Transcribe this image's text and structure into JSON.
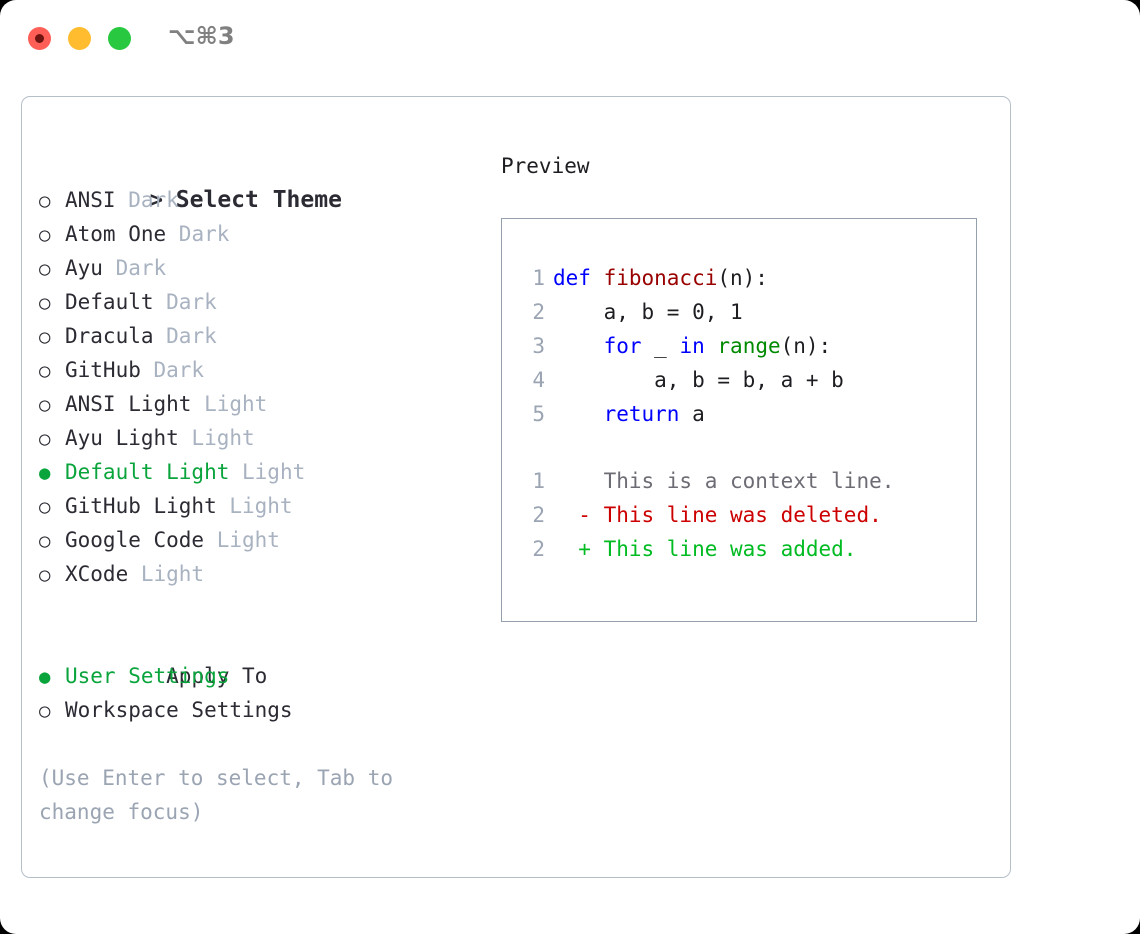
{
  "titlebar": {
    "shortcut": "⌥⌘3",
    "buttons": [
      "close",
      "minimize",
      "maximize"
    ]
  },
  "left": {
    "header": {
      "marker": ">",
      "label": "Select Theme"
    },
    "themes": [
      {
        "marker": "○",
        "label": "ANSI",
        "tag": "Dark",
        "selected": false
      },
      {
        "marker": "○",
        "label": "Atom One",
        "tag": "Dark",
        "selected": false
      },
      {
        "marker": "○",
        "label": "Ayu",
        "tag": "Dark",
        "selected": false
      },
      {
        "marker": "○",
        "label": "Default",
        "tag": "Dark",
        "selected": false
      },
      {
        "marker": "○",
        "label": "Dracula",
        "tag": "Dark",
        "selected": false
      },
      {
        "marker": "○",
        "label": "GitHub",
        "tag": "Dark",
        "selected": false
      },
      {
        "marker": "○",
        "label": "ANSI Light",
        "tag": "Light",
        "selected": false
      },
      {
        "marker": "○",
        "label": "Ayu Light",
        "tag": "Light",
        "selected": false
      },
      {
        "marker": "●",
        "label": "Default Light",
        "tag": "Light",
        "selected": true
      },
      {
        "marker": "○",
        "label": "GitHub Light",
        "tag": "Light",
        "selected": false
      },
      {
        "marker": "○",
        "label": "Google Code",
        "tag": "Light",
        "selected": false
      },
      {
        "marker": "○",
        "label": "XCode",
        "tag": "Light",
        "selected": false
      }
    ],
    "apply_to": {
      "header": "Apply To",
      "options": [
        {
          "marker": "●",
          "label": "User Settings",
          "selected": true
        },
        {
          "marker": "○",
          "label": "Workspace Settings",
          "selected": false
        }
      ]
    },
    "hint": "(Use Enter to select, Tab to change focus)"
  },
  "right": {
    "title": "Preview",
    "code": [
      {
        "num": "1",
        "tokens": [
          {
            "t": "def ",
            "c": "kw"
          },
          {
            "t": "fibonacci",
            "c": "fn"
          },
          {
            "t": "(n):",
            "c": "plain"
          }
        ]
      },
      {
        "num": "2",
        "tokens": [
          {
            "t": "    a, b = 0, 1",
            "c": "plain"
          }
        ]
      },
      {
        "num": "3",
        "tokens": [
          {
            "t": "    ",
            "c": "plain"
          },
          {
            "t": "for",
            "c": "kw"
          },
          {
            "t": " _ ",
            "c": "plain"
          },
          {
            "t": "in",
            "c": "kw"
          },
          {
            "t": " ",
            "c": "plain"
          },
          {
            "t": "range",
            "c": "bi"
          },
          {
            "t": "(n):",
            "c": "plain"
          }
        ]
      },
      {
        "num": "4",
        "tokens": [
          {
            "t": "        a, b = b, a + b",
            "c": "plain"
          }
        ]
      },
      {
        "num": "5",
        "tokens": [
          {
            "t": "    ",
            "c": "plain"
          },
          {
            "t": "return",
            "c": "kw"
          },
          {
            "t": " a",
            "c": "plain"
          }
        ]
      }
    ],
    "diff": [
      {
        "num": "1",
        "sign": " ",
        "text": "This is a context line.",
        "kind": "ctx"
      },
      {
        "num": "2",
        "sign": "-",
        "text": "This line was deleted.",
        "kind": "del"
      },
      {
        "num": "2",
        "sign": "+",
        "text": "This line was added.",
        "kind": "add"
      }
    ]
  },
  "colors": {
    "selected_green": "#0aa43c",
    "tag_gray": "#a8b2c0",
    "hint_gray": "#9aa4b2",
    "border": "#b5bfc9",
    "preview_border": "#94a0ae",
    "keyword_blue": "#0000ff",
    "function_red": "#990000",
    "builtin_green": "#008a00",
    "diff_delete": "#cc0000",
    "diff_add": "#00bb22",
    "traffic_red": "#ff5f57",
    "traffic_yellow": "#febc2e",
    "traffic_green": "#28c840"
  }
}
